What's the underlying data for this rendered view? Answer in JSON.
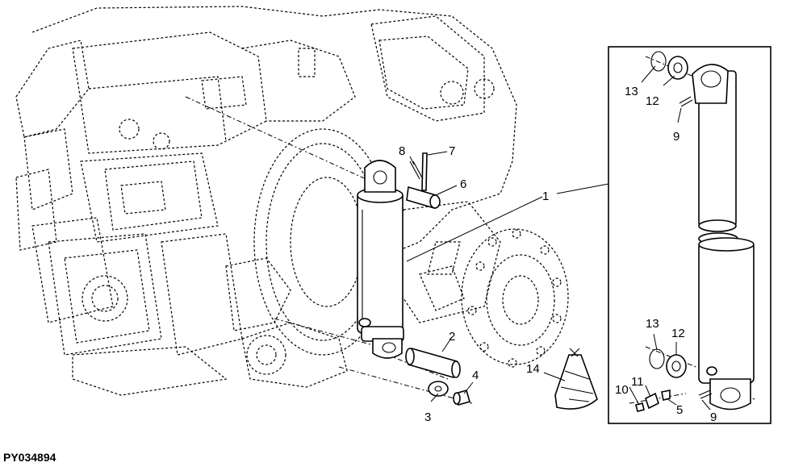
{
  "figure_id": "PY034894",
  "callouts": [
    {
      "id": "c1",
      "text": "1"
    },
    {
      "id": "c2",
      "text": "2"
    },
    {
      "id": "c3",
      "text": "3"
    },
    {
      "id": "c4",
      "text": "4"
    },
    {
      "id": "c5",
      "text": "5"
    },
    {
      "id": "c6",
      "text": "6"
    },
    {
      "id": "c7",
      "text": "7"
    },
    {
      "id": "c8",
      "text": "8"
    },
    {
      "id": "c9a",
      "text": "9"
    },
    {
      "id": "c9b",
      "text": "9"
    },
    {
      "id": "c10",
      "text": "10"
    },
    {
      "id": "c11",
      "text": "11"
    },
    {
      "id": "c12a",
      "text": "12"
    },
    {
      "id": "c12b",
      "text": "12"
    },
    {
      "id": "c13a",
      "text": "13"
    },
    {
      "id": "c13b",
      "text": "13"
    },
    {
      "id": "c14",
      "text": "14"
    }
  ]
}
